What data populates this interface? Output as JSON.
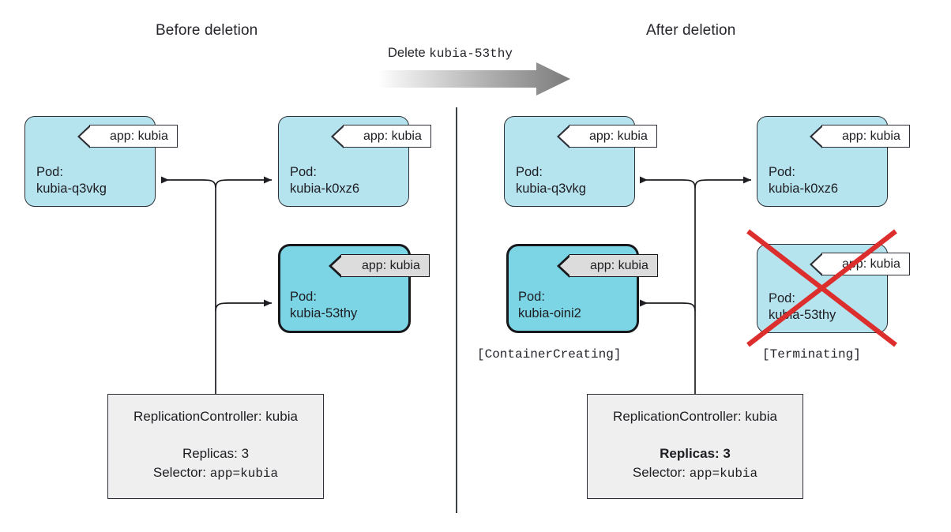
{
  "diagram": {
    "title": "ReplicationController pod deletion",
    "panels": {
      "before": {
        "title": "Before deletion"
      },
      "after": {
        "title": "After deletion"
      }
    },
    "transition": {
      "action_label": "Delete",
      "action_target": "kubia-53thy",
      "arrow_icon": "right-arrow-gradient-icon",
      "gradient_from": "#f2f2f2",
      "gradient_to": "#7d7d7d"
    },
    "colors": {
      "pod_fill": "#b5e3ee",
      "pod_fill_highlight": "#7bd5e5",
      "pod_border": "#2c2f35",
      "pod_border_highlight": "#16181c",
      "tag_fill": "#ffffff",
      "tag_fill_highlight": "#dcdcdc",
      "rc_fill": "#efefef",
      "delete_cross": "#dd2e2e",
      "divider": "#3d4046",
      "text": "#1d1d22"
    },
    "pods": {
      "before": [
        {
          "id": "before-q3vkg",
          "name_line": "Pod:",
          "pod_name": "kubia-q3vkg",
          "label": "app: kubia",
          "highlight": false,
          "deleted": false,
          "status": ""
        },
        {
          "id": "before-k0xz6",
          "name_line": "Pod:",
          "pod_name": "kubia-k0xz6",
          "label": "app: kubia",
          "highlight": false,
          "deleted": false,
          "status": ""
        },
        {
          "id": "before-53thy",
          "name_line": "Pod:",
          "pod_name": "kubia-53thy",
          "label": "app: kubia",
          "highlight": true,
          "deleted": false,
          "status": ""
        }
      ],
      "after": [
        {
          "id": "after-q3vkg",
          "name_line": "Pod:",
          "pod_name": "kubia-q3vkg",
          "label": "app: kubia",
          "highlight": false,
          "deleted": false,
          "status": ""
        },
        {
          "id": "after-k0xz6",
          "name_line": "Pod:",
          "pod_name": "kubia-k0xz6",
          "label": "app: kubia",
          "highlight": false,
          "deleted": false,
          "status": ""
        },
        {
          "id": "after-oini2",
          "name_line": "Pod:",
          "pod_name": "kubia-oini2",
          "label": "app: kubia",
          "highlight": true,
          "deleted": false,
          "status": "[ContainerCreating]"
        },
        {
          "id": "after-53thy",
          "name_line": "Pod:",
          "pod_name": "kubia-53thy",
          "label": "app: kubia",
          "highlight": false,
          "deleted": true,
          "status": "[Terminating]"
        }
      ]
    },
    "controllers": {
      "before": {
        "title": "ReplicationController: kubia",
        "replicas_label": "Replicas: 3",
        "replicas_bold": false,
        "selector_label": "Selector:",
        "selector_value": "app=kubia"
      },
      "after": {
        "title": "ReplicationController: kubia",
        "replicas_label": "Replicas: 3",
        "replicas_bold": true,
        "selector_label": "Selector:",
        "selector_value": "app=kubia"
      }
    }
  }
}
